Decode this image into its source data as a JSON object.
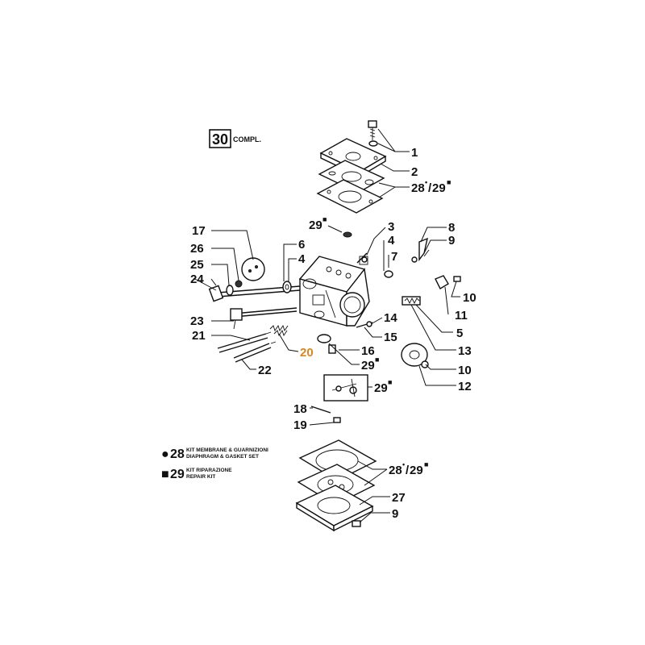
{
  "assembly": {
    "number": "30",
    "text": "COMPL."
  },
  "legend": [
    {
      "mark": "●",
      "number": "28",
      "line1": "KIT MEMBRANE & GUARNIZIONI",
      "line2": "DIAPHRAGM & GASKET SET"
    },
    {
      "mark": "■",
      "number": "29",
      "line1": "KIT RIPARAZIONE",
      "line2": "REPAIR KIT"
    }
  ],
  "callouts": {
    "c1": "1",
    "c2": "2",
    "c28_29_top": "28",
    "c28_29_top_b": "29",
    "c29a": "29",
    "c3": "3",
    "c4a": "4",
    "c7": "7",
    "c8": "8",
    "c9a": "9",
    "c17": "17",
    "c26": "26",
    "c6": "6",
    "c4b": "4",
    "c25": "25",
    "c24": "24",
    "c10a": "10",
    "c11": "11",
    "c5": "5",
    "c23": "23",
    "c14": "14",
    "c15": "15",
    "c21": "21",
    "c20": "20",
    "c16": "16",
    "c29b": "29",
    "c13": "13",
    "c10b": "10",
    "c22": "22",
    "c12": "12",
    "c29c": "29",
    "c18": "18",
    "c19": "19",
    "c28_29_bot": "28",
    "c28_29_bot_b": "29",
    "c27": "27",
    "c9b": "9",
    "sup_dot": "•",
    "sup_sq": "■"
  },
  "highlight_color": "#d8861f"
}
